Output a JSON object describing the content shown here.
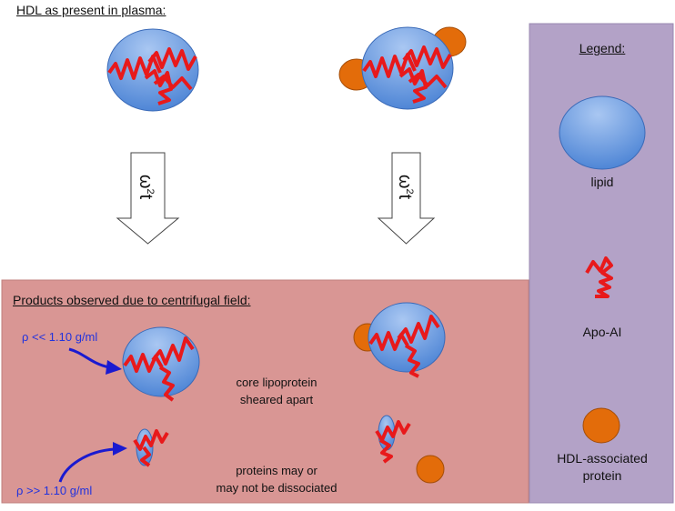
{
  "header": {
    "title": "HDL as present in plasma:"
  },
  "arrows": {
    "left_label_base": "ω",
    "left_label_sup": "2",
    "left_label_end": "t",
    "right_label_base": "ω",
    "right_label_sup": "2",
    "right_label_end": "t"
  },
  "products": {
    "title": "Products observed due to centrifugal field:",
    "density_low": "ρ << 1.10 g/ml",
    "density_high": "ρ >> 1.10 g/ml",
    "note_sheared_line1": "core lipoprotein",
    "note_sheared_line2": "sheared apart",
    "note_proteins_line1": "proteins may or",
    "note_proteins_line2": "may not be dissociated"
  },
  "legend": {
    "title": "Legend:",
    "lipid_label": "lipid",
    "apo_label": "Apo-AI",
    "protein_label_line1": "HDL-associated",
    "protein_label_line2": "protein"
  },
  "colors": {
    "products_panel": "#d99694",
    "legend_panel": "#b3a2c7",
    "lipid_fill": "#6f9fe0",
    "lipid_fill_light": "#a9c7f2",
    "apo_red": "#e8191b",
    "protein_orange": "#e36c0a",
    "density_arrow": "#1a1ad0"
  }
}
